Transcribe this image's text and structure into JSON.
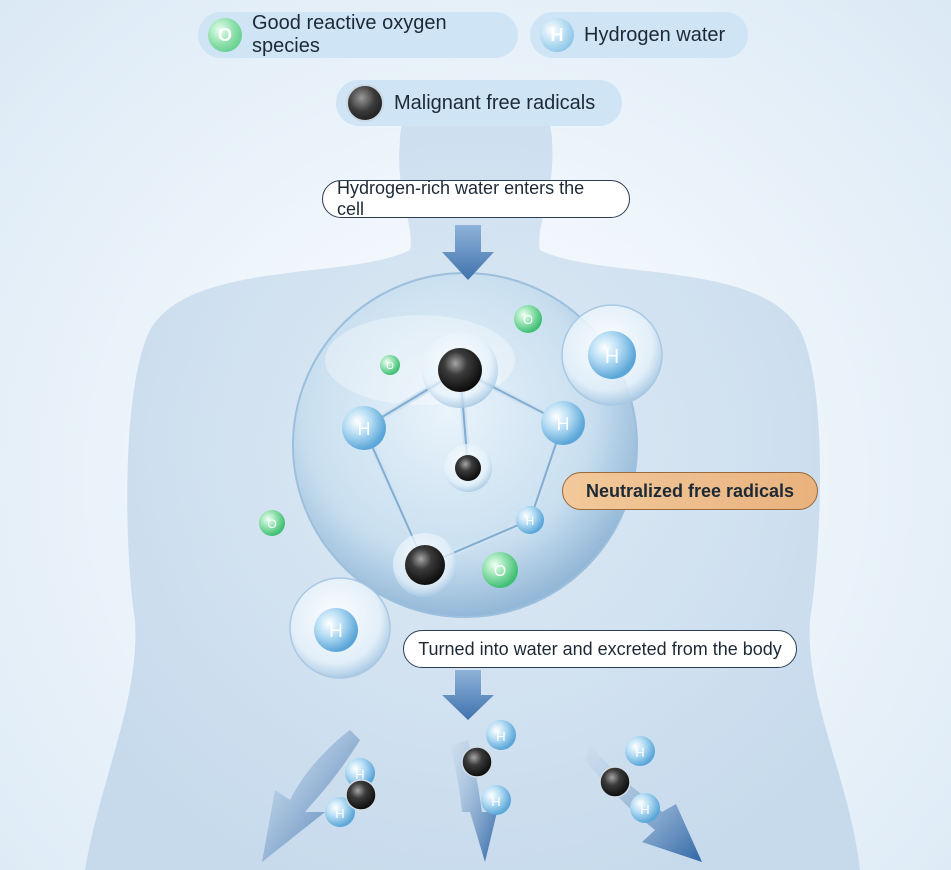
{
  "legend": {
    "good_oxygen": {
      "label": "Good reactive oxygen species",
      "symbol": "O"
    },
    "hydrogen_water": {
      "label": "Hydrogen water",
      "symbol": "H"
    },
    "malignant_radicals": {
      "label": "Malignant free radicals"
    }
  },
  "steps": {
    "enter_cell": "Hydrogen-rich water enters the cell",
    "neutralized": "Neutralized free radicals",
    "excreted": "Turned into water and excreted from the body"
  },
  "colors": {
    "oxygen": "#6dd396",
    "hydrogen": "#8cc8ec",
    "radical": "#2a2a2a",
    "arrow": "#4f7fb6",
    "highlight": "#eab885"
  }
}
